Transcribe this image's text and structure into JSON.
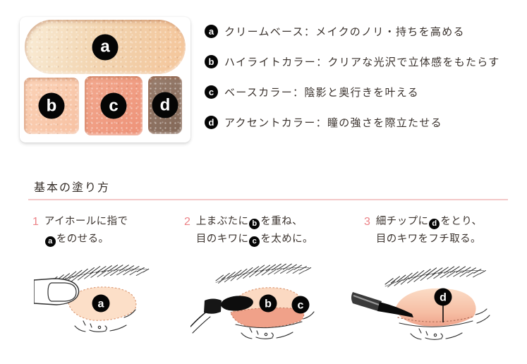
{
  "palette": {
    "swatches": [
      {
        "label": "a",
        "name": "cream-base",
        "color": "#f3d5b0"
      },
      {
        "label": "b",
        "name": "highlight-color",
        "color": "#f9cbae"
      },
      {
        "label": "c",
        "name": "base-color",
        "color": "#f09b80"
      },
      {
        "label": "d",
        "name": "accent-color",
        "color": "#8e7463"
      }
    ]
  },
  "legend": {
    "items": [
      {
        "badge": "a",
        "text": "クリームベース：メイクのノリ・持ちを高める"
      },
      {
        "badge": "b",
        "text": "ハイライトカラー：クリアな光沢で立体感をもたらす"
      },
      {
        "badge": "c",
        "text": "ベースカラー：陰影と奥行きを叶える"
      },
      {
        "badge": "d",
        "text": "アクセントカラー：瞳の強さを際立たせる"
      }
    ]
  },
  "howto": {
    "heading": "基本の塗り方",
    "accent_pink": "#ec8287",
    "divider_pink": "#f3c8c8",
    "steps": [
      {
        "num": "1",
        "l1": "アイホールに指で",
        "l2_badge": "a",
        "l2b": "をのせる。"
      },
      {
        "num": "2",
        "l1a": "上まぶたに",
        "l1_badge": "b",
        "l1b": "を重ね、",
        "l2a": "目のキワに",
        "l2_badge": "c",
        "l2b": "を太めに。"
      },
      {
        "num": "3",
        "l1a": "細チップに",
        "l1_badge": "d",
        "l1b": "をとり、",
        "l2": "目のキワをフチ取る。"
      }
    ]
  },
  "figures": {
    "fig1_badge": "a",
    "fig2_badge_1": "b",
    "fig2_badge_2": "c",
    "fig3_badge": "d"
  }
}
